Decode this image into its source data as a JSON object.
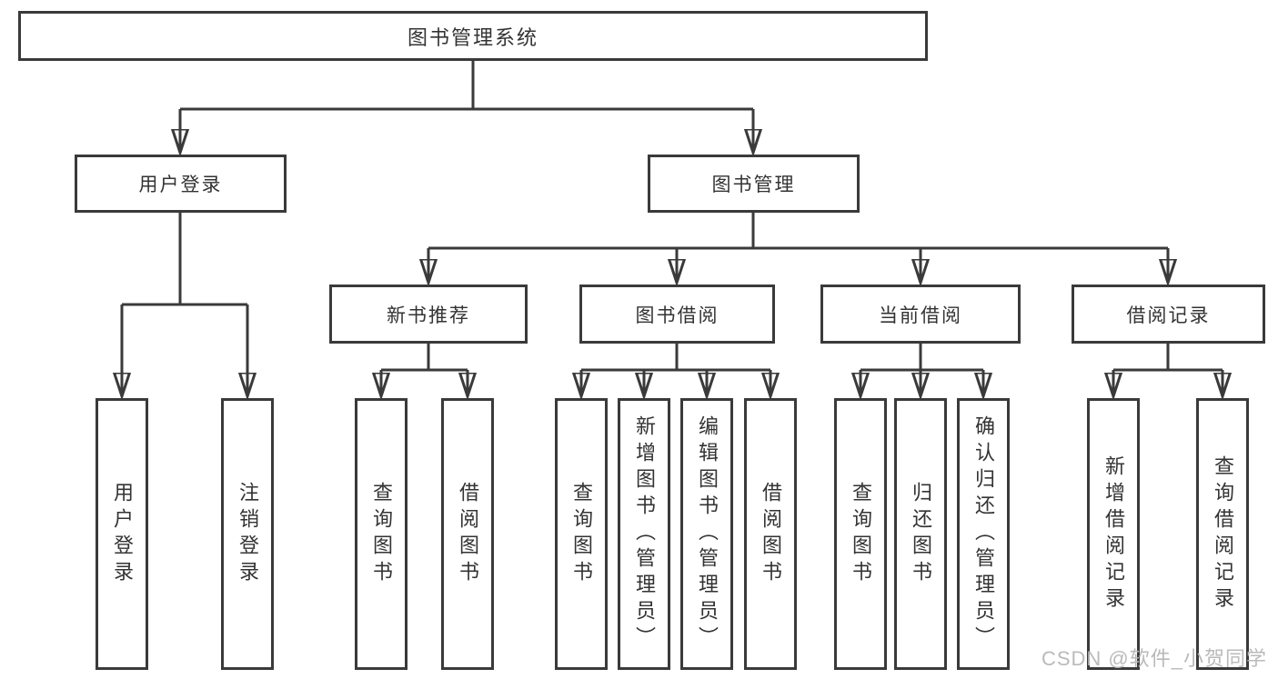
{
  "diagram": {
    "root": {
      "label": "图书管理系统"
    },
    "level2": {
      "user_login": {
        "label": "用户登录"
      },
      "book_management": {
        "label": "图书管理"
      }
    },
    "level3": {
      "new_book_recommend": {
        "label": "新书推荐"
      },
      "book_borrow": {
        "label": "图书借阅"
      },
      "current_borrow": {
        "label": "当前借阅"
      },
      "borrow_records": {
        "label": "借阅记录"
      }
    },
    "leaves": {
      "user_login": {
        "label": "用户登录"
      },
      "logout": {
        "label": "注销登录"
      },
      "rec_search_books": {
        "label": "查询图书"
      },
      "rec_borrow_books": {
        "label": "借阅图书"
      },
      "bor_search_books": {
        "label": "查询图书"
      },
      "bor_add_books_admin": {
        "label": "新增图书（管理员）"
      },
      "bor_edit_books_admin": {
        "label": "编辑图书（管理员）"
      },
      "bor_borrow_books": {
        "label": "借阅图书"
      },
      "cur_search_books": {
        "label": "查询图书"
      },
      "cur_return_books": {
        "label": "归还图书"
      },
      "cur_confirm_return_admin": {
        "label": "确认归还（管理员）"
      },
      "records_add_record": {
        "label": "新增借阅记录"
      },
      "records_search_record": {
        "label": "查询借阅记录"
      }
    }
  },
  "watermark": {
    "text": "CSDN @软件_小贺同学"
  },
  "colors": {
    "line": "#3a3a3a",
    "text": "#333333",
    "background": "#ffffff",
    "watermark": "#b6b6b6"
  }
}
